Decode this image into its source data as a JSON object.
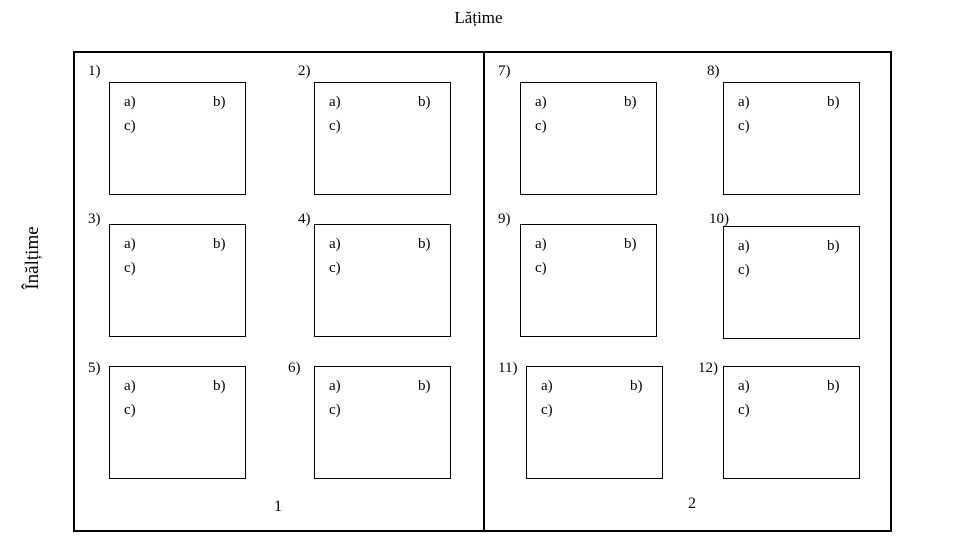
{
  "header": {
    "title": "Lățime",
    "side_title": "Înălțime"
  },
  "panels": [
    {
      "label": "1"
    },
    {
      "label": "2"
    }
  ],
  "boxes": [
    {
      "number": "1)",
      "a": "a)",
      "b": "b)",
      "c": "c)"
    },
    {
      "number": "2)",
      "a": "a)",
      "b": "b)",
      "c": "c)"
    },
    {
      "number": "3)",
      "a": "a)",
      "b": "b)",
      "c": "c)"
    },
    {
      "number": "4)",
      "a": "a)",
      "b": "b)",
      "c": "c)"
    },
    {
      "number": "5)",
      "a": "a)",
      "b": "b)",
      "c": "c)"
    },
    {
      "number": "6)",
      "a": "a)",
      "b": "b)",
      "c": "c)"
    },
    {
      "number": "7)",
      "a": "a)",
      "b": "b)",
      "c": "c)"
    },
    {
      "number": "8)",
      "a": "a)",
      "b": "b)",
      "c": "c)"
    },
    {
      "number": "9)",
      "a": "a)",
      "b": "b)",
      "c": "c)"
    },
    {
      "number": "10)",
      "a": "a)",
      "b": "b)",
      "c": "c)"
    },
    {
      "number": "11)",
      "a": "a)",
      "b": "b)",
      "c": "c)"
    },
    {
      "number": "12)",
      "a": "a)",
      "b": "b)",
      "c": "c)"
    }
  ]
}
